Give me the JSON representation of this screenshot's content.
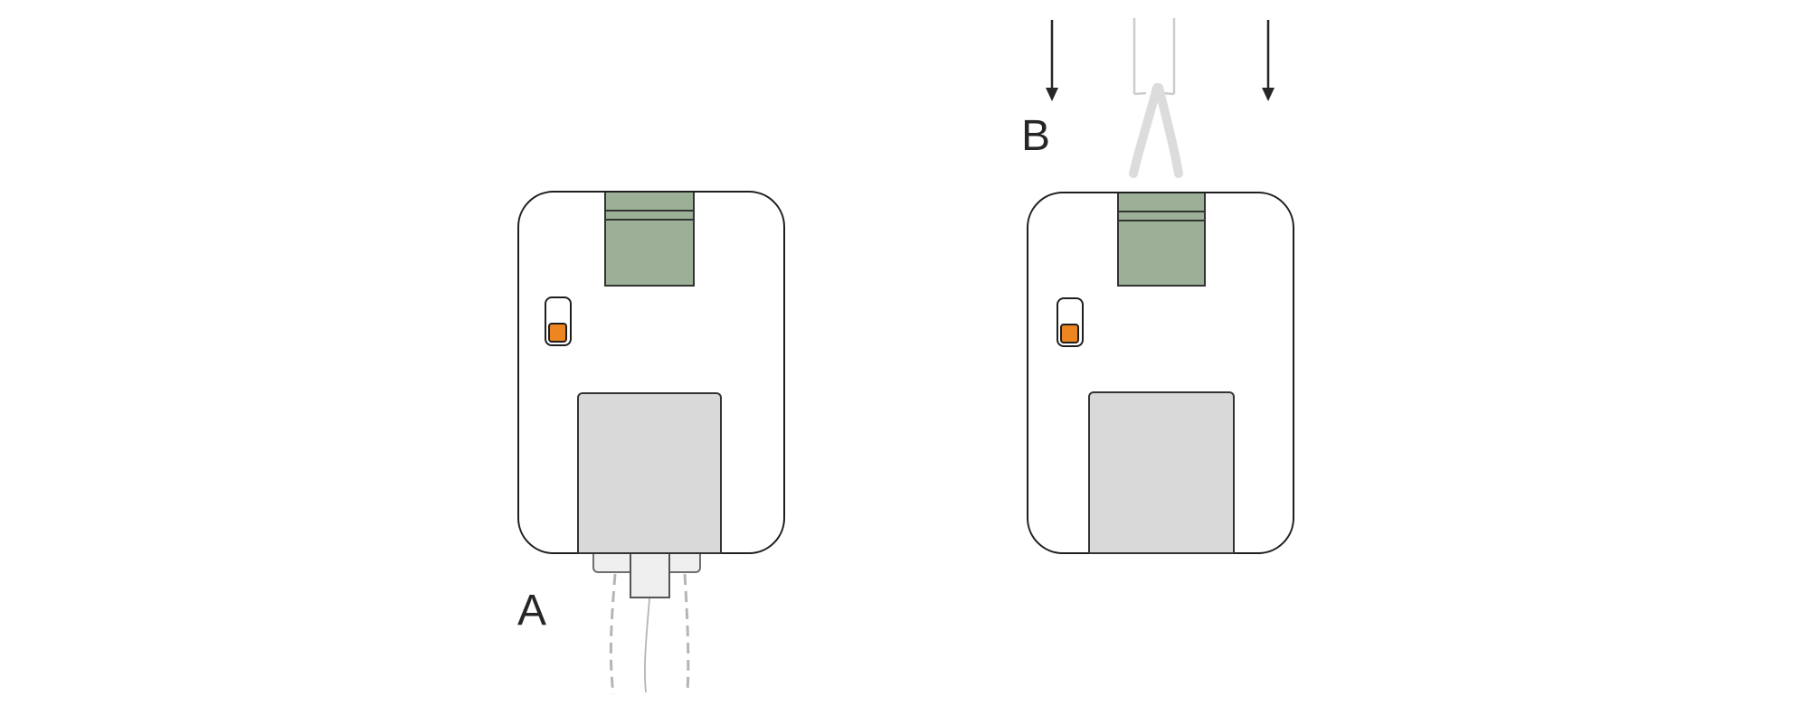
{
  "figure": {
    "type": "two-panel device diagram",
    "background": "#ffffff"
  },
  "labels": {
    "panel_a": "A",
    "panel_b": "B"
  },
  "colors": {
    "outline": "#1f1f1f",
    "panel-label": "#262626",
    "slot-green": "#9bb097",
    "slot-border": "#333333",
    "indicator-orange": "#ed8521",
    "port-gray": "#d9d9d9",
    "connector-fill": "#efefef",
    "connector-border": "#6e6e6e",
    "cable-gray": "#b5b5b5",
    "tube-gray": "#cccccc",
    "strand-gray": "#dcdcdc",
    "arrow-black": "#262626"
  },
  "icons": {
    "down_arrow_left": "down-arrow",
    "down_arrow_right": "down-arrow"
  }
}
